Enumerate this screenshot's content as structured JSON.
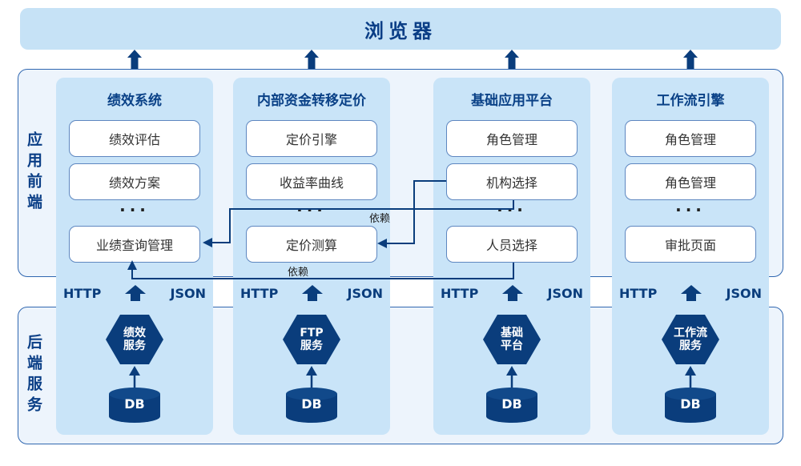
{
  "banner": {
    "title": "浏览器"
  },
  "sections": {
    "frontend_label": "应用前端",
    "backend_label": "后端服务"
  },
  "columns": [
    {
      "title": "绩效系统",
      "modules": [
        "绩效评估",
        "绩效方案",
        "业绩查询管理"
      ],
      "ellipsis": "···",
      "protocol_left": "HTTP",
      "protocol_right": "JSON",
      "service": {
        "line1": "绩效",
        "line2": "服务"
      },
      "db": "DB"
    },
    {
      "title": "内部资金转移定价",
      "modules": [
        "定价引擎",
        "收益率曲线",
        "定价测算"
      ],
      "ellipsis": "···",
      "protocol_left": "HTTP",
      "protocol_right": "JSON",
      "service": {
        "line1": "FTP",
        "line2": "服务"
      },
      "db": "DB"
    },
    {
      "title": "基础应用平台",
      "modules": [
        "角色管理",
        "机构选择",
        "人员选择"
      ],
      "ellipsis": "···",
      "protocol_left": "HTTP",
      "protocol_right": "JSON",
      "service": {
        "line1": "基础",
        "line2": "平台"
      },
      "db": "DB"
    },
    {
      "title": "工作流引擎",
      "modules": [
        "角色管理",
        "角色管理",
        "审批页面"
      ],
      "ellipsis": "···",
      "protocol_left": "HTTP",
      "protocol_right": "JSON",
      "service": {
        "line1": "工作流",
        "line2": "服务"
      },
      "db": "DB"
    }
  ],
  "dependencies": {
    "label_org_to_pricing": "依赖",
    "label_person_to_query": "依赖"
  },
  "colors": {
    "navy": "#0a3d7c",
    "banner_bg": "#c6e2f6",
    "strip_bg": "#c9e4f8",
    "panel_bg": "#edf4fc",
    "panel_border": "#3067b0",
    "box_border": "#5e87c0",
    "box_text": "#333333",
    "title_text": "#0a4187"
  }
}
